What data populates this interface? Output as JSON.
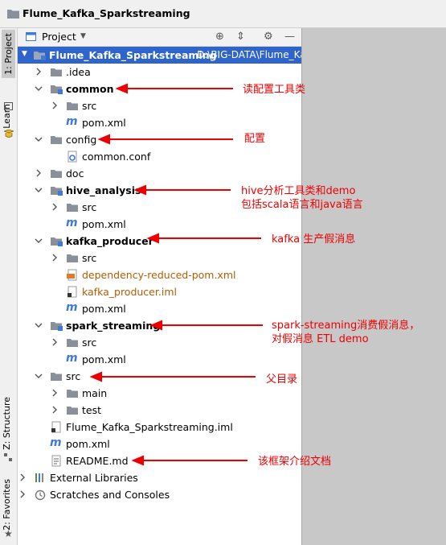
{
  "window": {
    "title": "Flume_Kafka_Sparkstreaming"
  },
  "strip": {
    "project_tab": "1: Project",
    "learn_tab": "Learn",
    "structure_tab": "Z: Structure",
    "favorites_tab": "2: Favorites"
  },
  "panel": {
    "title": "Project"
  },
  "tree": {
    "root_name": "Flume_Kafka_Sparkstreaming",
    "root_path": "D:\\BIG-DATA\\Flume_Ka",
    "idea": ".idea",
    "common": "common",
    "common_src": "src",
    "common_pom": "pom.xml",
    "config": "config",
    "config_conf": "common.conf",
    "doc": "doc",
    "hive": "hive_analysis",
    "hive_src": "src",
    "hive_pom": "pom.xml",
    "kafka": "kafka_producer",
    "kafka_src": "src",
    "kafka_dep": "dependency-reduced-pom.xml",
    "kafka_iml": "kafka_producer.iml",
    "kafka_pom": "pom.xml",
    "spark": "spark_streaming",
    "spark_src": "src",
    "spark_pom": "pom.xml",
    "src": "src",
    "main": "main",
    "test": "test",
    "root_iml": "Flume_Kafka_Sparkstreaming.iml",
    "root_pom": "pom.xml",
    "readme": "README.md",
    "ext_libs": "External Libraries",
    "scratches": "Scratches and Consoles"
  },
  "annotations": {
    "common": "读配置工具类",
    "config": "配置",
    "hive_1": "hive分析工具类和demo",
    "hive_2": "包括scala语言和java语言",
    "kafka": "kafka 生产假消息",
    "spark_1": "spark-streaming消费假消息，",
    "spark_2": "对假消息 ETL demo",
    "src": "父目录",
    "readme": "该框架介绍文档"
  },
  "colors": {
    "selection": "#2f65ca",
    "annotation": "#ee0000",
    "folder": "#8a9099",
    "module_blue": "#3d7bd9"
  }
}
